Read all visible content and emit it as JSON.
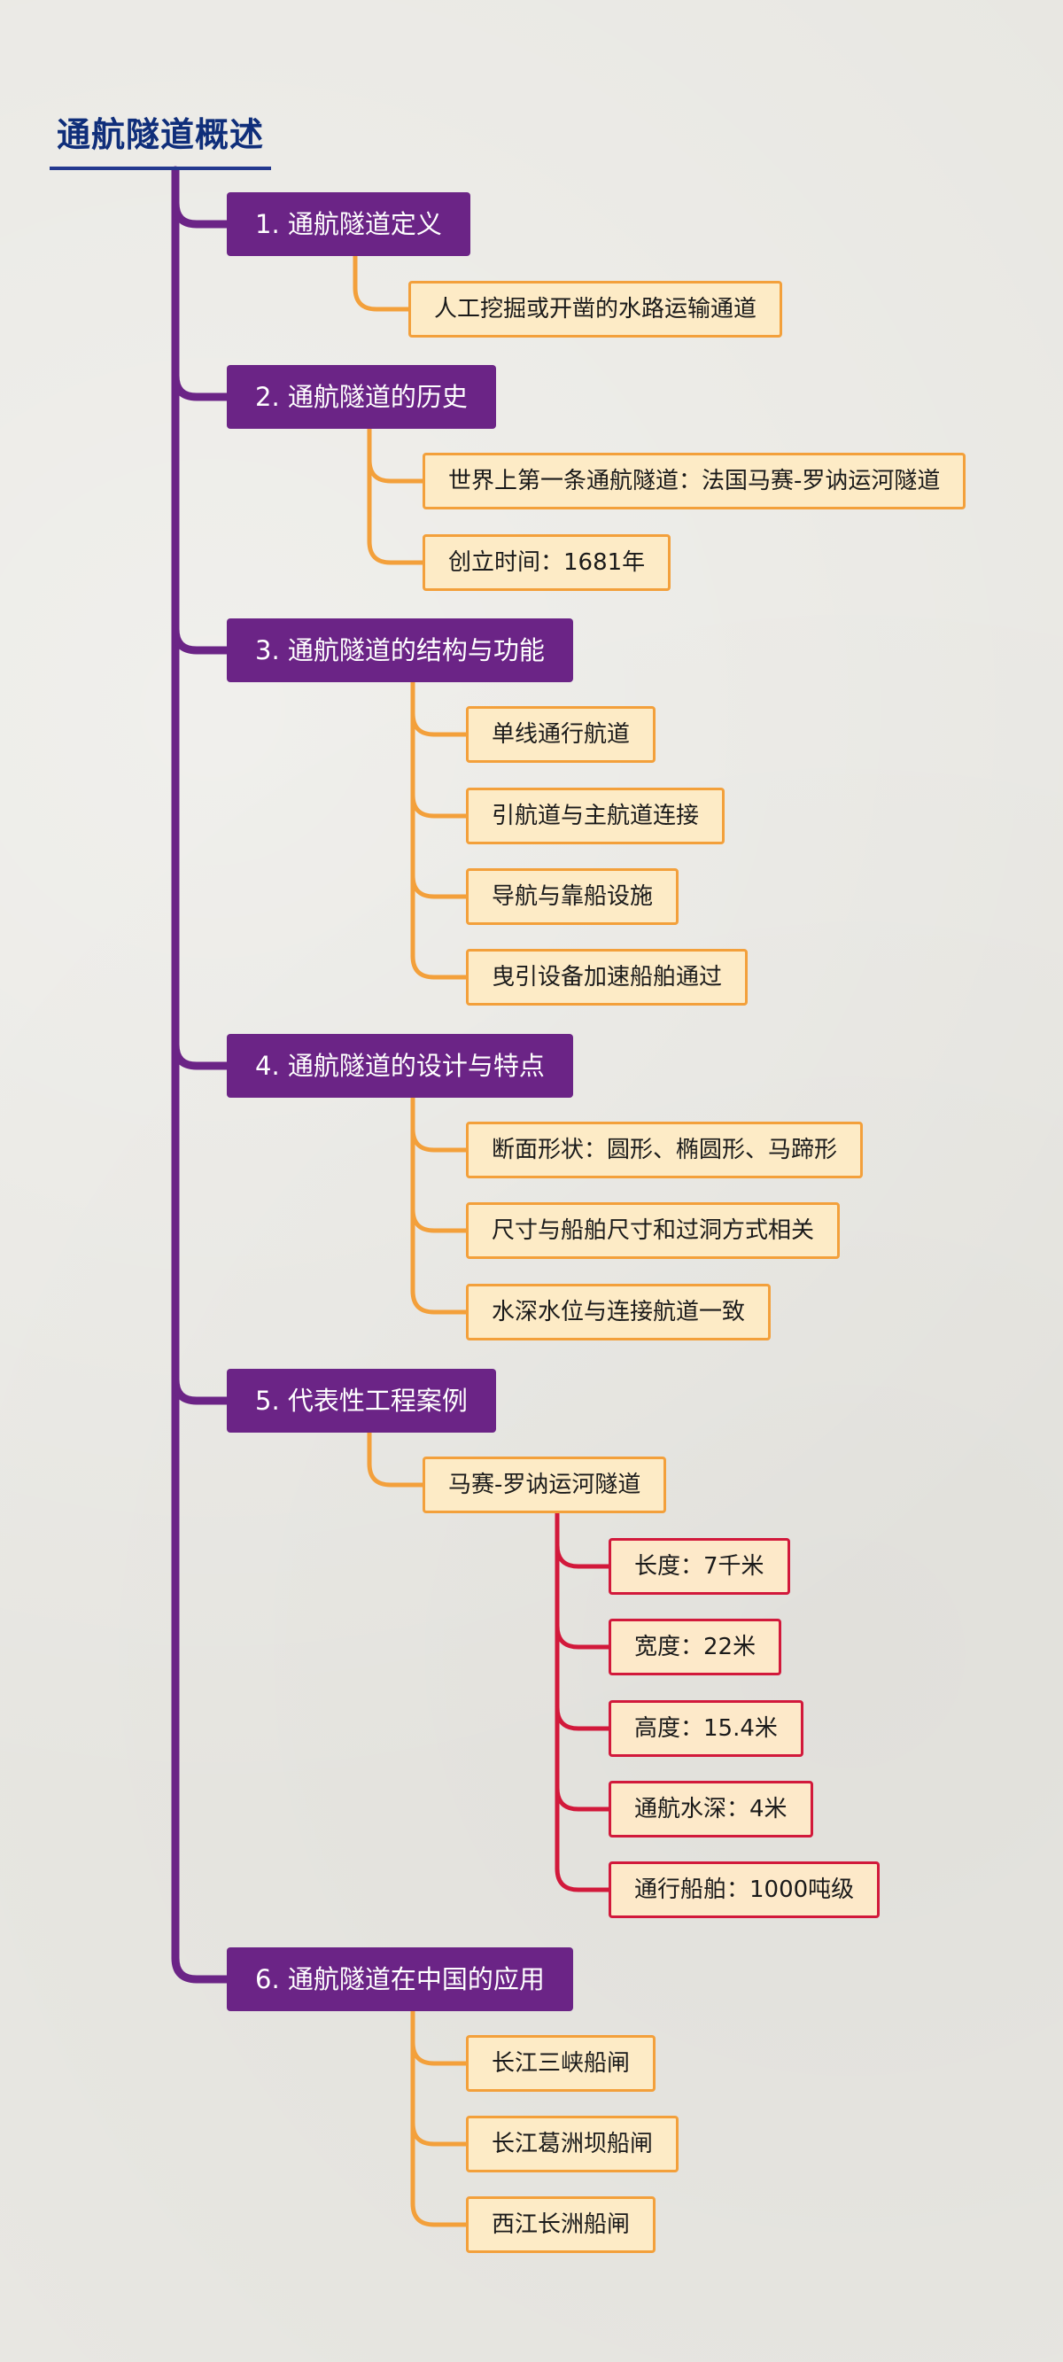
{
  "title": "通航隧道概述",
  "colors": {
    "trunk": "#6b2486",
    "section_fill": "#6b2486",
    "leaf_border": "#f3a03b",
    "leaf_fill": "#fdebc6",
    "detail_border": "#d2193b",
    "title": "#0f2e7a"
  },
  "sections": [
    {
      "label": "1. 通航隧道定义",
      "items": [
        {
          "label": "人工挖掘或开凿的水路运输通道"
        }
      ]
    },
    {
      "label": "2. 通航隧道的历史",
      "items": [
        {
          "label": "世界上第一条通航隧道：法国马赛-罗讷运河隧道"
        },
        {
          "label": "创立时间：1681年"
        }
      ]
    },
    {
      "label": "3. 通航隧道的结构与功能",
      "items": [
        {
          "label": "单线通行航道"
        },
        {
          "label": "引航道与主航道连接"
        },
        {
          "label": "导航与靠船设施"
        },
        {
          "label": "曳引设备加速船舶通过"
        }
      ]
    },
    {
      "label": "4. 通航隧道的设计与特点",
      "items": [
        {
          "label": "断面形状：圆形、椭圆形、马蹄形"
        },
        {
          "label": "尺寸与船舶尺寸和过洞方式相关"
        },
        {
          "label": "水深水位与连接航道一致"
        }
      ]
    },
    {
      "label": "5. 代表性工程案例",
      "items": [
        {
          "label": "马赛-罗讷运河隧道",
          "children": [
            {
              "label": "长度：7千米"
            },
            {
              "label": "宽度：22米"
            },
            {
              "label": "高度：15.4米"
            },
            {
              "label": "通航水深：4米"
            },
            {
              "label": "通行船舶：1000吨级"
            }
          ]
        }
      ]
    },
    {
      "label": "6. 通航隧道在中国的应用",
      "items": [
        {
          "label": "长江三峡船闸"
        },
        {
          "label": "长江葛洲坝船闸"
        },
        {
          "label": "西江长洲船闸"
        }
      ]
    }
  ]
}
